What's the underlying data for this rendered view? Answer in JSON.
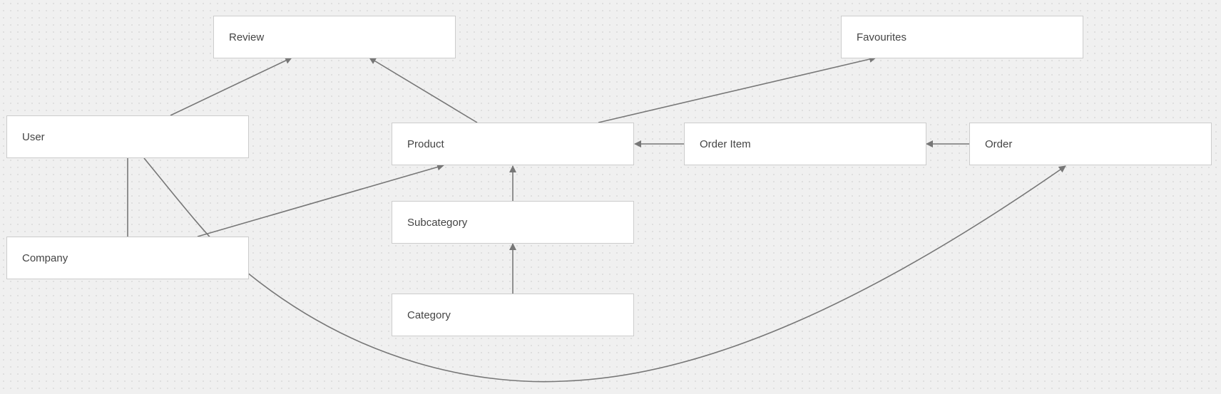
{
  "diagram": {
    "nodes": {
      "review": "Review",
      "favourites": "Favourites",
      "user": "User",
      "product": "Product",
      "order_item": "Order Item",
      "order": "Order",
      "subcategory": "Subcategory",
      "company": "Company",
      "category": "Category"
    },
    "edges": [
      {
        "from": "User",
        "to": "Review",
        "arrow": true
      },
      {
        "from": "Product",
        "to": "Review",
        "arrow": true
      },
      {
        "from": "Product",
        "to": "Favourites",
        "arrow": true
      },
      {
        "from": "Order Item",
        "to": "Product",
        "arrow": true
      },
      {
        "from": "Order",
        "to": "Order Item",
        "arrow": true
      },
      {
        "from": "Subcategory",
        "to": "Product",
        "arrow": true
      },
      {
        "from": "Category",
        "to": "Subcategory",
        "arrow": true
      },
      {
        "from": "Company",
        "to": "Product",
        "arrow": true
      },
      {
        "from": "User",
        "to": "Company",
        "arrow": false
      },
      {
        "from": "User",
        "to": "Order",
        "arrow": true
      }
    ],
    "colors": {
      "background": "#f0f0f0",
      "node_fill": "#ffffff",
      "node_border": "#cccccc",
      "edge": "#777777",
      "text": "#444444"
    }
  }
}
